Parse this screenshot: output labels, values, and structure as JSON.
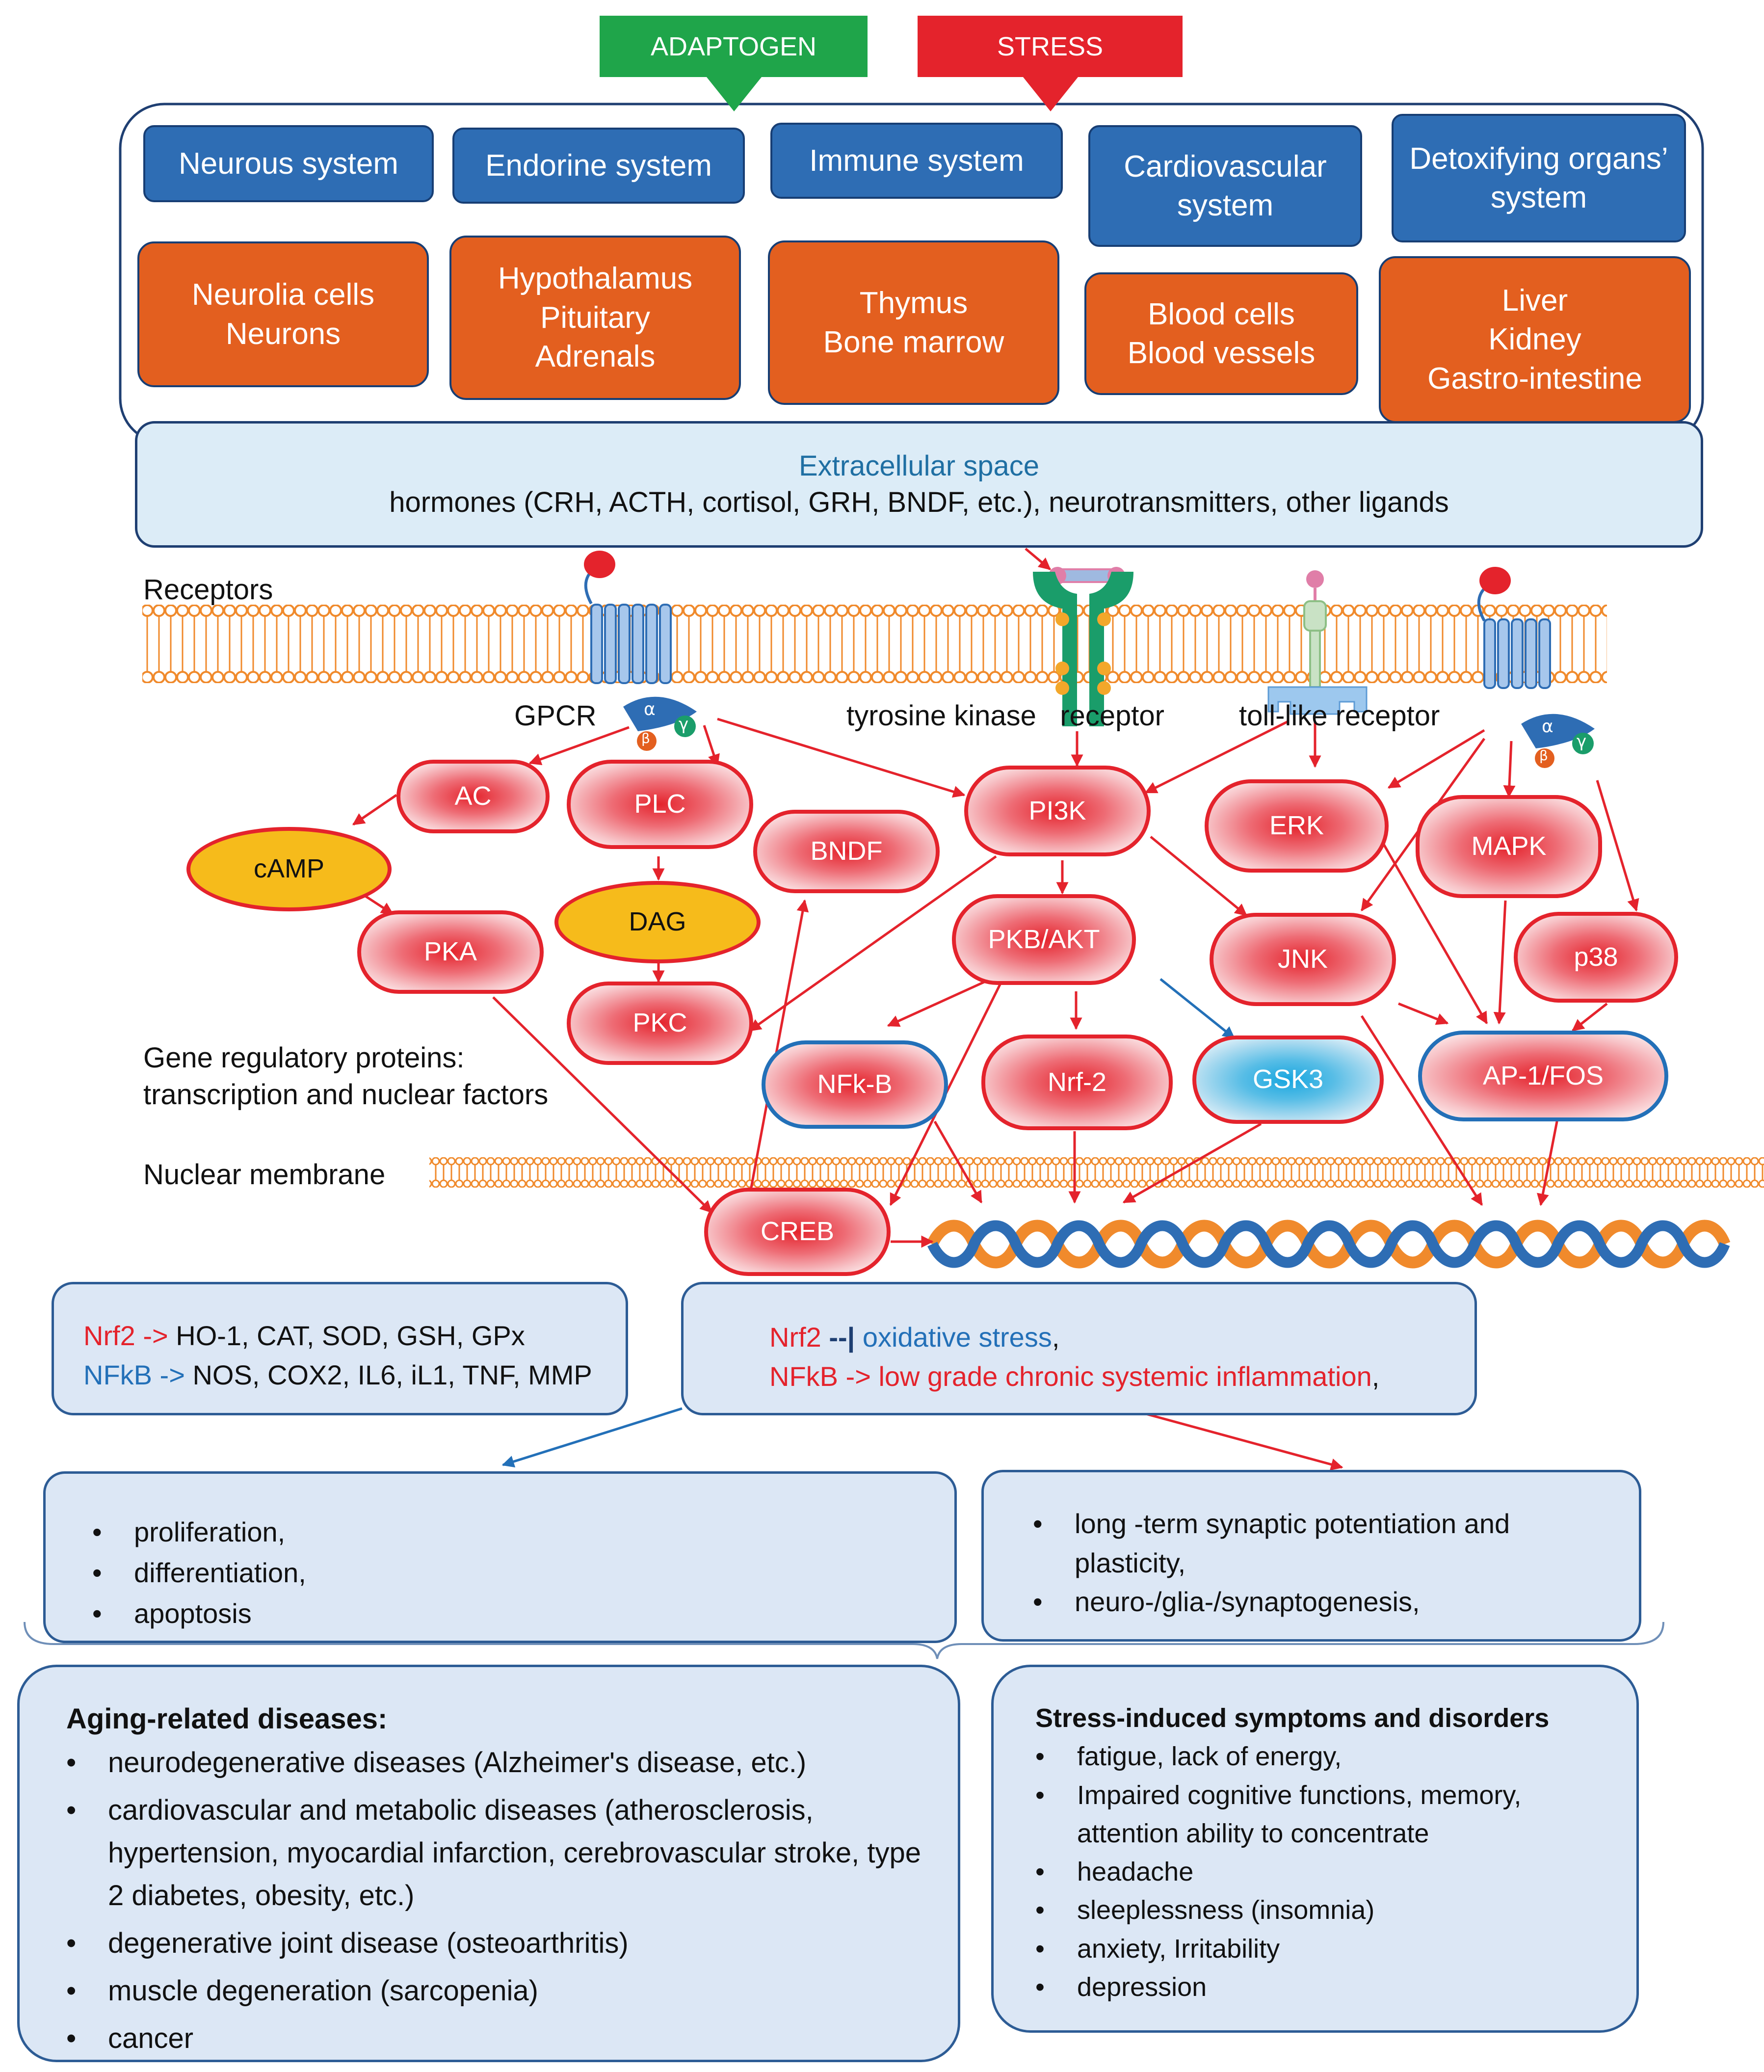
{
  "top_arrows": {
    "adaptogen": "ADAPTOGEN",
    "stress": "STRESS"
  },
  "systems": [
    "Neurous system",
    "Endorine system",
    "Immune system",
    "Cardiovascular system",
    "Detoxifying organs’ system"
  ],
  "organs": [
    [
      "Neurolia cells",
      "Neurons"
    ],
    [
      "Hypothalamus",
      "Pituitary",
      "Adrenals"
    ],
    [
      "Thymus",
      "Bone marrow"
    ],
    [
      "Blood cells",
      "Blood vessels"
    ],
    [
      "Liver",
      "Kidney",
      "Gastro-intestine"
    ]
  ],
  "extracellular": {
    "title": "Extracellular space",
    "text": "hormones (CRH, ACTH, cortisol, GRH, BNDF, etc.), neurotransmitters, other ligands"
  },
  "labels": {
    "receptors": "Receptors",
    "gpcr": "GPCR",
    "tyrosine": "tyrosine kinase   receptor",
    "toll": "toll-like receptor",
    "gene_regulatory_1": "Gene regulatory proteins:",
    "gene_regulatory_2": "transcription and nuclear factors",
    "nuclear_membrane": "Nuclear membrane"
  },
  "g_protein": {
    "alpha": "α",
    "beta": "β",
    "gamma": "γ"
  },
  "nodes": {
    "ac": "AC",
    "plc": "PLC",
    "camp": "cAMP",
    "dag": "DAG",
    "pka": "PKA",
    "pkc": "PKC",
    "bndf": "BNDF",
    "pi3k": "PI3K",
    "pkb": "PKB/AKT",
    "erk": "ERK",
    "mapk": "MAPK",
    "jnk": "JNK",
    "p38": "p38",
    "nfkb": "NFk-B",
    "nrf2": "Nrf-2",
    "gsk3": "GSK3",
    "ap1": "AP-1/FOS",
    "creb": "CREB"
  },
  "targets_box": {
    "nrf2_key": "Nrf2 ->",
    "nrf2_targets": "HO-1, CAT, SOD, GSH, GPx",
    "nfkb_key": "NFkB ->",
    "nfkb_targets": "NOS, COX2, IL6, iL1, TNF, MMP"
  },
  "effects_box": {
    "nrf2_key": "Nrf2",
    "inhibit": "--|",
    "oxidative": "oxidative stress",
    "comma1": ",",
    "nfkb_text": "NFkB -> low grade chronic systemic inflammation",
    "comma2": ","
  },
  "cell_fate": [
    "proliferation,",
    "differentiation,",
    "apoptosis"
  ],
  "synaptic": [
    "long -term synaptic potentiation and plasticity,",
    "neuro-/glia-/synaptogenesis,"
  ],
  "aging": {
    "title": "Aging-related diseases:",
    "items": [
      "neurodegenerative diseases (Alzheimer's disease, etc.)",
      "cardiovascular and metabolic diseases (atherosclerosis, hypertension, myocardial infarction, cerebrovascular stroke, type 2 diabetes, obesity, etc.)",
      "degenerative joint disease (osteoarthritis)",
      "muscle degeneration (sarcopenia)",
      "cancer"
    ]
  },
  "stress_disorders": {
    "title": "Stress-induced symptoms and disorders",
    "items": [
      "fatigue, lack of energy,",
      "Impaired cognitive functions, memory, attention ability to concentrate",
      "headache",
      "sleeplessness (insomnia)",
      "anxiety, Irritability",
      "depression"
    ]
  },
  "colors": {
    "adaptogen": "#1FA54A",
    "stress": "#E4232C",
    "system_blue": "#2E6DB4",
    "organ_orange": "#E35F1F",
    "panel_blue": "#DCE7F5",
    "arrow_red": "#E4232C",
    "arrow_blue": "#2370B8",
    "membrane_orange": "#F08A2C",
    "camp_yellow": "#F6BB1B"
  }
}
